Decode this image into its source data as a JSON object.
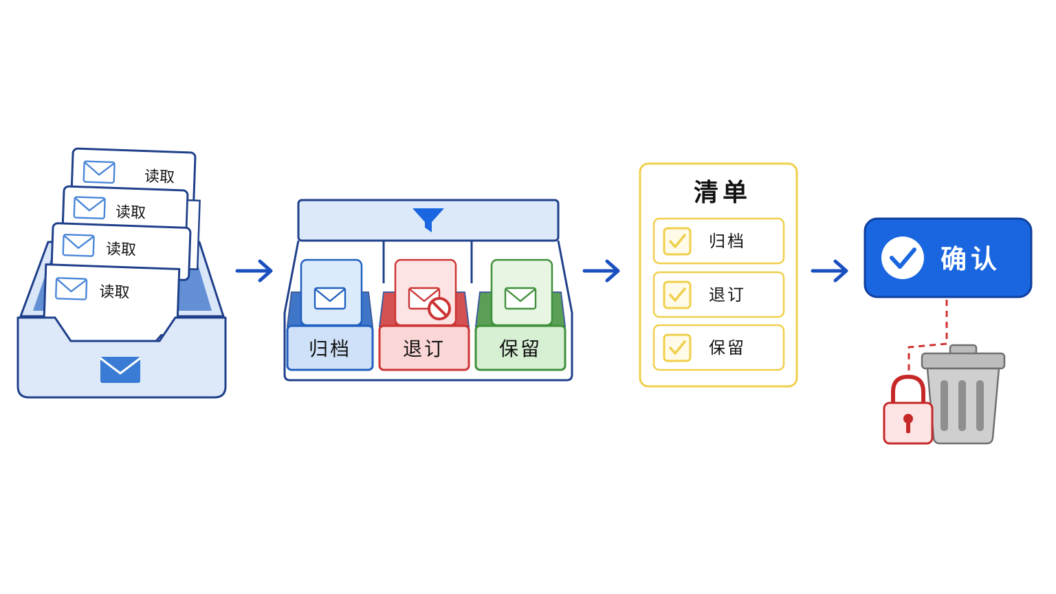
{
  "inbox": {
    "card_label": "读取"
  },
  "sorter": {
    "bins": [
      {
        "label": "归档",
        "color": "#1f5fbf",
        "fill": "#cfe1f8",
        "card_fill": "#dcebfb"
      },
      {
        "label": "退订",
        "color": "#cc3333",
        "fill": "#fbd6d6",
        "card_fill": "#fde4e4"
      },
      {
        "label": "保留",
        "color": "#3f8f3a",
        "fill": "#d7f0d3",
        "card_fill": "#e6f6e3"
      }
    ]
  },
  "checklist": {
    "title": "清单",
    "items": [
      "归档",
      "退订",
      "保留"
    ],
    "accent": "#f0cf4a"
  },
  "confirm": {
    "label": "确认",
    "color": "#1a66e0"
  },
  "colors": {
    "outline": "#1e3f8a",
    "arrow": "#1a4fc0",
    "lock": "#c62828",
    "trash": "#9e9e9e"
  }
}
